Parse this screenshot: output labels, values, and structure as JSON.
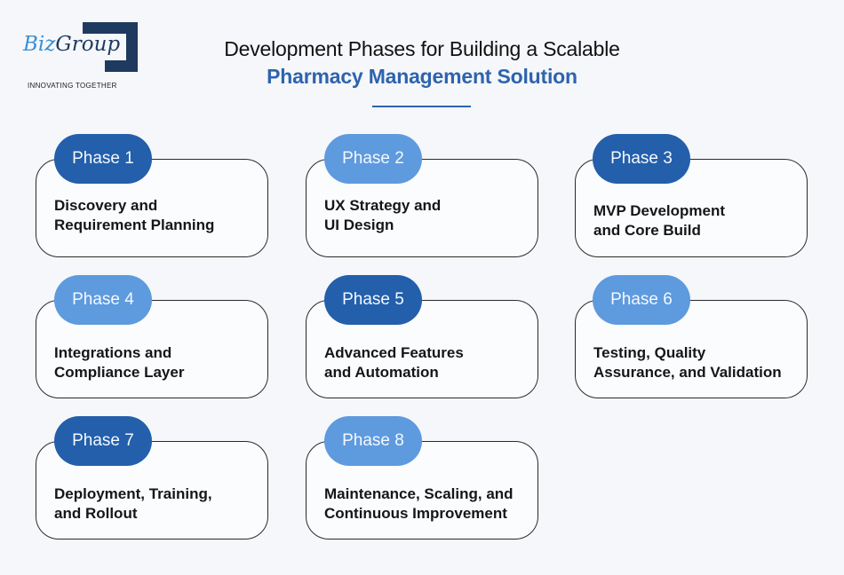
{
  "logo": {
    "brand_part1": "Biz",
    "brand_part2": "Group",
    "tagline": "INNOVATING TOGETHER"
  },
  "header": {
    "title_line1": "Development Phases for Building a Scalable",
    "title_line2": "Pharmacy Management Solution"
  },
  "colors": {
    "dark_blue": "#235fab",
    "light_blue": "#5e9ade",
    "title_blue": "#2e63ad",
    "logo_navy": "#1f3a5f"
  },
  "phases": [
    {
      "label": "Phase 1",
      "line1": "Discovery and",
      "line2": "Requirement Planning",
      "style": "dark"
    },
    {
      "label": "Phase 2",
      "line1": "UX Strategy and",
      "line2": "UI Design",
      "style": "light"
    },
    {
      "label": "Phase 3",
      "line1": "MVP Development",
      "line2": "and Core Build",
      "style": "dark"
    },
    {
      "label": "Phase 4",
      "line1": "Integrations and",
      "line2": "Compliance Layer",
      "style": "light"
    },
    {
      "label": "Phase 5",
      "line1": "Advanced Features",
      "line2": "and Automation",
      "style": "dark"
    },
    {
      "label": "Phase 6",
      "line1": "Testing, Quality",
      "line2": "Assurance, and Validation",
      "style": "light"
    },
    {
      "label": "Phase 7",
      "line1": "Deployment, Training,",
      "line2": "and Rollout",
      "style": "dark"
    },
    {
      "label": "Phase 8",
      "line1": "Maintenance, Scaling, and",
      "line2": "Continuous Improvement",
      "style": "light"
    }
  ]
}
